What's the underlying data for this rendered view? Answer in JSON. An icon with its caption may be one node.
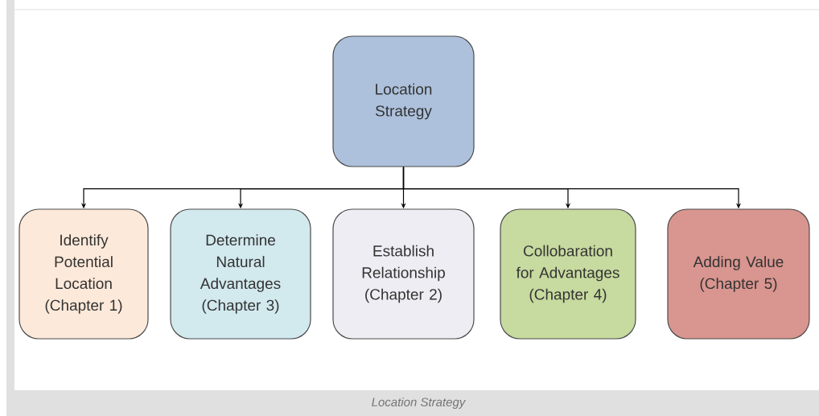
{
  "diagram": {
    "caption": "Location Strategy",
    "nodes": [
      {
        "text": [
          "Location Strategy"
        ]
      },
      {
        "text": [
          "Identify Potential Location (Chapter 1)"
        ]
      },
      {
        "text": [
          "Determine Natural Advantages (Chapter 3)"
        ]
      },
      {
        "text": [
          "Establish Relationship (Chapter 2)"
        ]
      },
      {
        "text": [
          "Collobaration for Advantages (Chapter 4)"
        ]
      },
      {
        "text": [
          "Adding Value (Chapter 5)"
        ]
      }
    ],
    "edges": [
      {
        "from": 0,
        "to": 1,
        "arrow": "to"
      },
      {
        "from": 0,
        "to": 2,
        "arrow": "to"
      },
      {
        "from": 0,
        "to": 3,
        "arrow": "to"
      },
      {
        "from": 0,
        "to": 4,
        "arrow": "to"
      },
      {
        "from": 0,
        "to": 5,
        "arrow": "to"
      }
    ]
  }
}
